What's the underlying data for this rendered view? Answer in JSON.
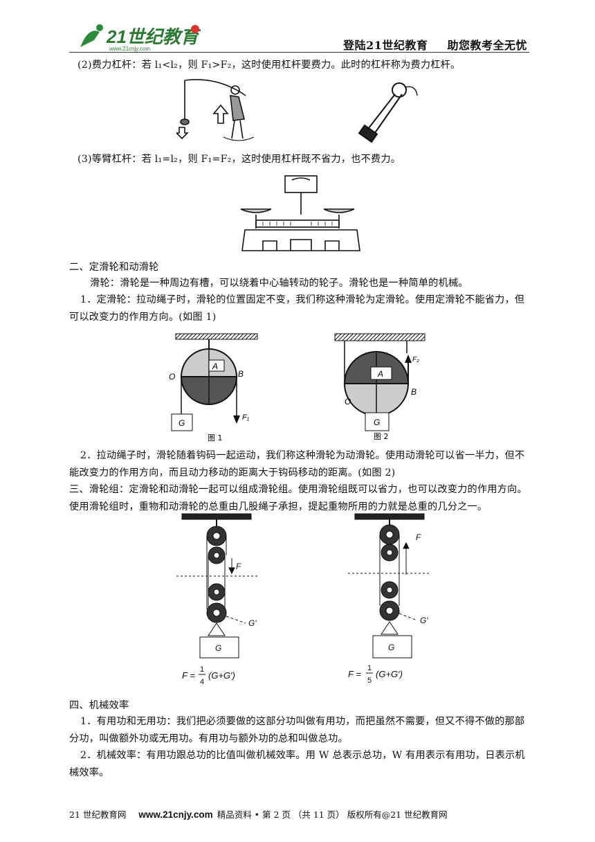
{
  "header": {
    "logo_text": "21世纪教育",
    "logo_sub": "www.21cnjy.com",
    "slogan_1": "登陆21世纪教育",
    "slogan_2": "助您教考全无忧"
  },
  "text": {
    "p1": "(2)费力杠杆：若 l₁<l₂，则 F₁>F₂，这时使用杠杆要费力。此时的杠杆称为费力杠杆。",
    "p2": "(3)等臂杠杆：若 l₁=l₂，则 F₁=F₂，这时使用杠杆既不省力，也不费力。",
    "h2": "二、定滑轮和动滑轮",
    "p3": "滑轮：滑轮是一种周边有槽，可以绕着中心轴转动的轮子。滑轮也是一种简单的机械。",
    "p4": "1．定滑轮：拉动绳子时，滑轮的位置固定不变，我们称这种滑轮为定滑轮。使用定滑轮不能省力，但可以改变力的作用方向。(如图 1)",
    "p5": "2．拉动绳子时，滑轮随着钩码一起运动，我们称这种滑轮为动滑轮。使用动滑轮可以省一半力，但不能改变力的作用方向，而且动力移动的距离大于钩码移动的距离。(如图 2)",
    "h3": "三、滑轮组：定滑轮和动滑轮一起可以组成滑轮组。使用滑轮组既可以省力，也可以改变力的作用方向。使用滑轮组时，重物和动滑轮的总重由几股绳子承担，提起重物所用的力就是总重的几分之一。",
    "h4": "四、机械效率",
    "p6": "1．有用功和无用功：我们把必须要做的这部分功叫做有用功，而把虽然不需要，但又不得不做的那部分功，叫做额外功或无用功。有用功与额外功的总和叫做总功。",
    "p7": "2．机械效率：有用功跟总功的比值叫做机械效率。用 W 总表示总功，W 有用表示有用功，日表示机械效率。"
  },
  "figures": {
    "fig1_caption": "图 1",
    "fig2_caption": "图 2",
    "label_A": "A",
    "label_O": "O",
    "label_B": "B",
    "label_G": "G",
    "label_F1": "F₁",
    "label_F2": "F₂",
    "label_F": "F",
    "label_Gp": "G′",
    "formula_left_prefix": "F =",
    "formula_left_num": "1",
    "formula_left_den": "4",
    "formula_left_suffix": "(G+G′)",
    "formula_right_prefix": "F =",
    "formula_right_num": "1",
    "formula_right_den": "5",
    "formula_right_suffix": "(G+G′)"
  },
  "footer": {
    "site": "21 世纪教育网",
    "url": "www.21cnjy.com",
    "info": "精品资料 • 第 2 页 （共 11 页） 版权所有@21 世纪教育网"
  }
}
